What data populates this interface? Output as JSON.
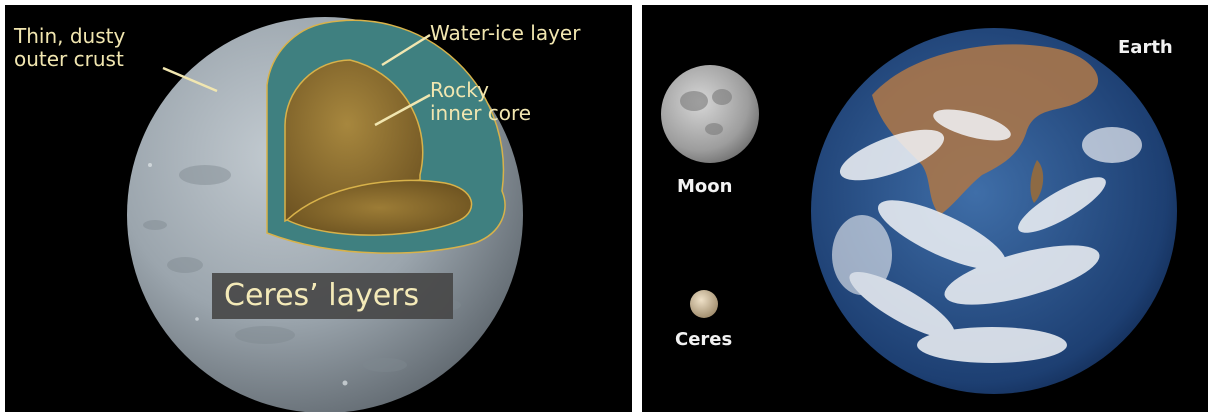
{
  "layers_figure": {
    "labels": {
      "crust": [
        "Thin, dusty",
        "outer crust"
      ],
      "water_ice": "Water-ice layer",
      "core": [
        "Rocky",
        "inner core"
      ]
    },
    "title": "Ceres’ layers"
  },
  "size_comparison": {
    "labels": {
      "earth": "Earth",
      "moon": "Moon",
      "ceres": "Ceres"
    }
  },
  "colors": {
    "background": "#000000",
    "label_text": "#f1e6b0",
    "ice_layer": "#3f8080",
    "core": "#8a6a2c",
    "crust": "#9aa4ac"
  }
}
